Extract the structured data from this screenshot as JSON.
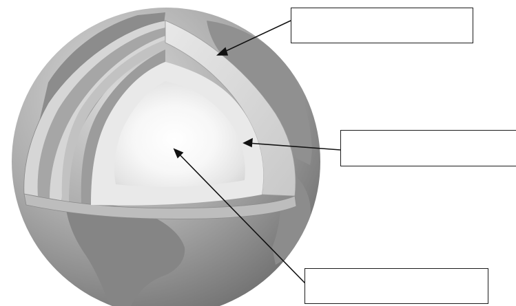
{
  "diagram": {
    "labels": [
      {
        "id": "layer-label-1",
        "text": ""
      },
      {
        "id": "layer-label-2",
        "text": ""
      },
      {
        "id": "layer-label-3",
        "text": ""
      }
    ]
  },
  "colors": {
    "background": "#ffffff",
    "sphere_mid": "#a9a9a9",
    "land": "#8c8c8c",
    "cut_layers": [
      "#d8d8d8",
      "#a6a6a6",
      "#cfcfcf",
      "#9c9c9c",
      "#e2e2e2"
    ],
    "core_glow": "#ffffff",
    "lines": "#111111"
  }
}
